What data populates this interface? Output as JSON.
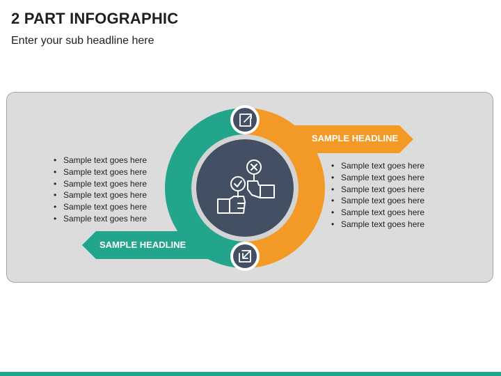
{
  "header": {
    "title": "2 PART INFOGRAPHIC",
    "subtitle": "Enter your sub headline here"
  },
  "colors": {
    "orange": "#F39A26",
    "green": "#22A58A",
    "navy": "#435064",
    "panel": "#DCDCDC"
  },
  "parts": [
    {
      "headline": "SAMPLE HEADLINE",
      "color": "#F39A26",
      "icon": "external-link-icon",
      "bullets": [
        "Sample text goes here",
        "Sample text goes here",
        "Sample text goes here",
        "Sample text goes here",
        "Sample text goes here",
        "Sample text goes here"
      ]
    },
    {
      "headline": "SAMPLE HEADLINE",
      "color": "#22A58A",
      "icon": "import-arrow-icon",
      "bullets": [
        "Sample text goes here",
        "Sample text goes here",
        "Sample text goes here",
        "Sample text goes here",
        "Sample text goes here",
        "Sample text goes here"
      ]
    }
  ],
  "center_icon": "hands-vote-yes-no-icon"
}
